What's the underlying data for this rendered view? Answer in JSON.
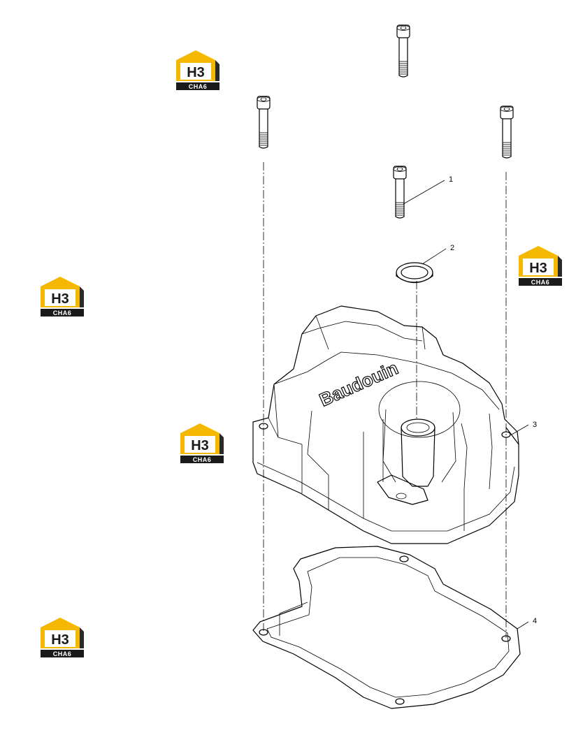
{
  "callouts": [
    {
      "id": "1",
      "label": "1"
    },
    {
      "id": "2",
      "label": "2"
    },
    {
      "id": "3",
      "label": "3"
    },
    {
      "id": "4",
      "label": "4"
    }
  ],
  "cover_brand": "Baudouin",
  "watermark": {
    "logo_text": "H3",
    "caption": "CHA6",
    "colors": {
      "accent": "#f5b800",
      "dark": "#2a2a2a"
    }
  }
}
